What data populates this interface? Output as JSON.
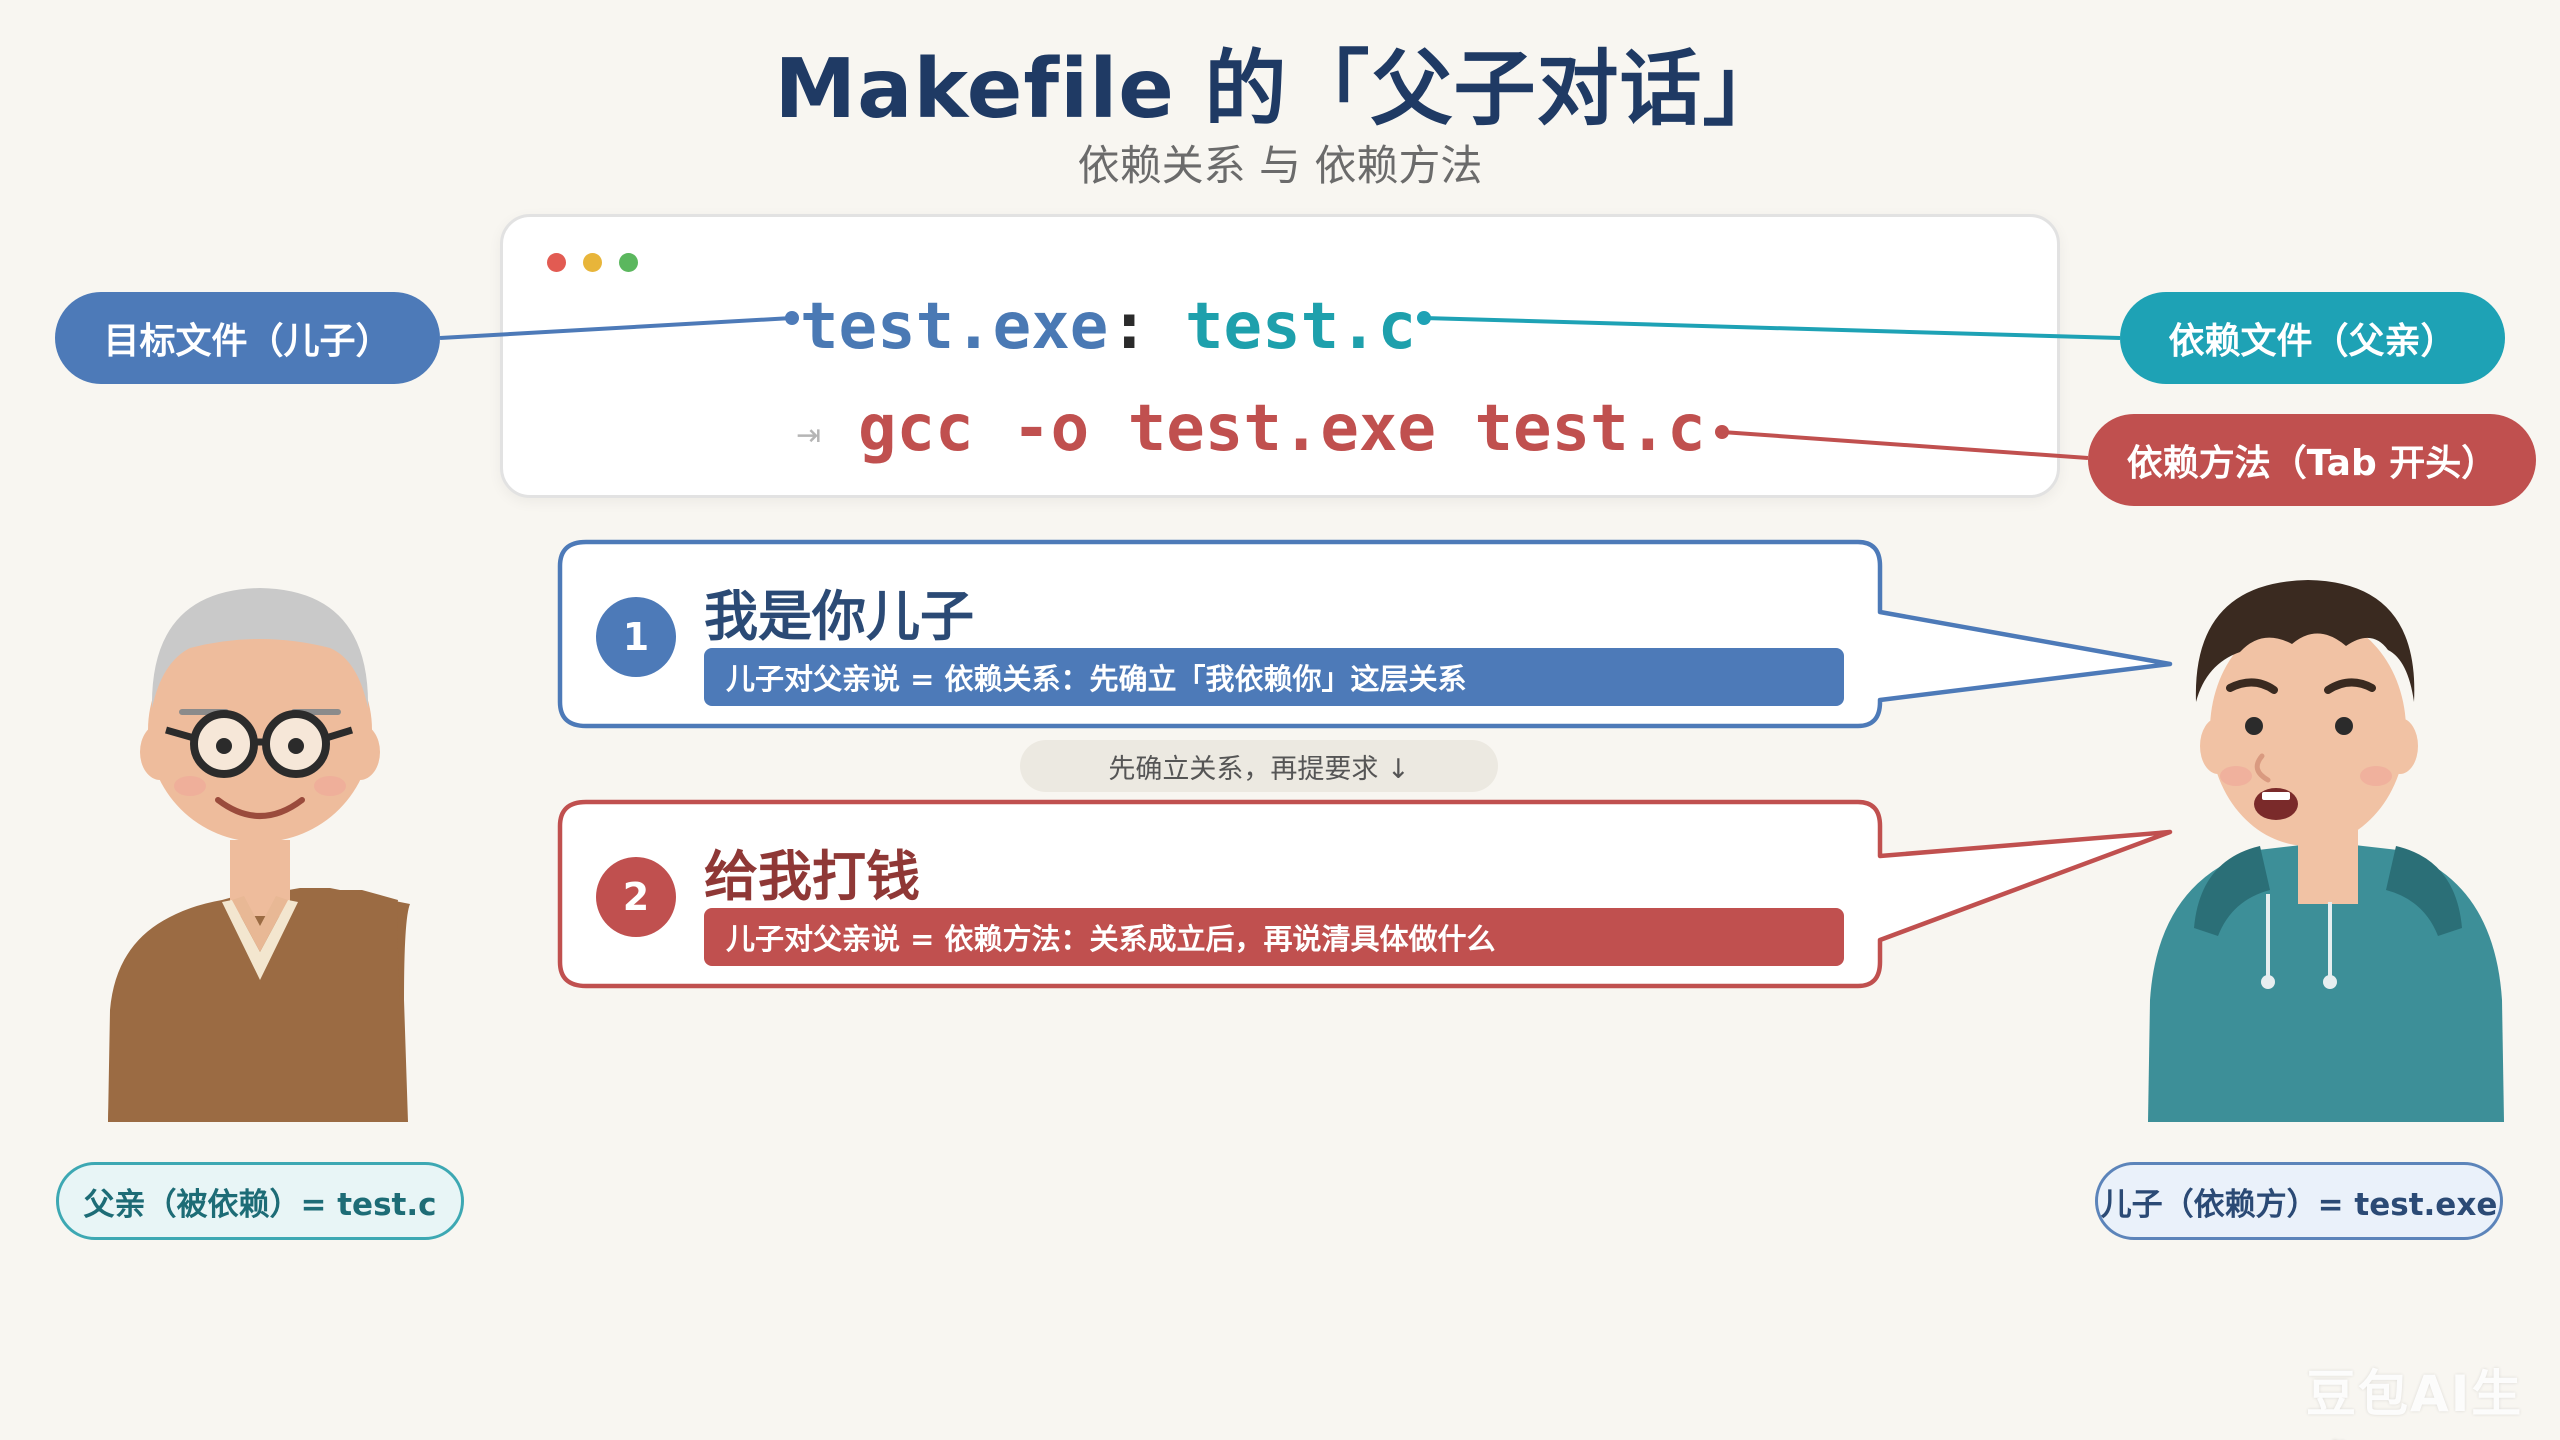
{
  "title": "Makefile 的「父子对话」",
  "subtitle": "依赖关系 与 依赖方法",
  "code": {
    "target": "test.exe",
    "colon": ":",
    "dependency": "test.c",
    "tab_symbol": "⇥",
    "command": "gcc -o test.exe test.c"
  },
  "labels": {
    "target": "目标文件（儿子）",
    "dependency": "依赖文件（父亲）",
    "command": "依赖方法（Tab 开头）"
  },
  "bubbles": [
    {
      "number": "1",
      "title": "我是你儿子",
      "desc": "儿子对父亲说 = 依赖关系：先确立「我依赖你」这层关系"
    },
    {
      "number": "2",
      "title": "给我打钱",
      "desc": "儿子对父亲说 = 依赖方法：关系成立后，再说清具体做什么"
    }
  ],
  "between": "先确立关系，再提要求 ↓",
  "father_label": "父亲（被依赖）= test.c",
  "son_label": "儿子（依赖方）= test.exe",
  "watermark": "豆包AI生成",
  "colors": {
    "blue": "#4d7ab8",
    "teal": "#1ea2b5",
    "red": "#c0504f",
    "title": "#1f3a64"
  }
}
